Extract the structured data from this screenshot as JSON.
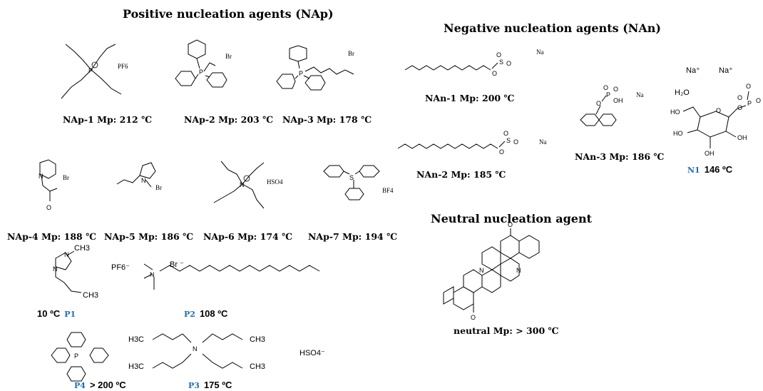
{
  "headings": {
    "positive": "Positive nucleation agents (NAp)",
    "negative": "Negative nucleation agents (NAn)",
    "neutral": "Neutral nucleation agent"
  },
  "compounds": {
    "nap1": "NAp-1 Mp: 212 ℃",
    "nap2": "NAp-2 Mp: 203 ℃",
    "nap3": "NAp-3 Mp: 178  ℃",
    "nap4": "NAp-4 Mp: 188 ℃",
    "nap5": "NAp-5 Mp: 186 ℃",
    "nap6": "NAp-6 Mp: 174 ℃",
    "nap7": "NAp-7 Mp: 194 ℃",
    "nan1": "NAn-1 Mp: 200 ℃",
    "nan2": "NAn-2 Mp: 185 ℃",
    "nan3": "NAn-3 Mp: 186 ℃",
    "neutral": "neutral Mp: > 300 ℃"
  },
  "extra": {
    "p1": {
      "code": "P1",
      "temp": "10 ºC"
    },
    "p2": {
      "code": "P2",
      "temp": "108 ºC"
    },
    "p3": {
      "code": "P3",
      "temp": "175 ºC"
    },
    "p4": {
      "code": "P4",
      "temp": "> 200 ºC"
    },
    "n1": {
      "code": "N1",
      "temp": "146 ºC"
    }
  },
  "counterions": {
    "pf6": "PF6",
    "br": "Br",
    "hso4": "HSO4",
    "bf4": "BF4",
    "na": "Na",
    "na_plus": "Na⁺",
    "h2o": "H₂O",
    "pf6_minus": "PF6⁻",
    "br_minus": "Br ⁻",
    "hso4_minus": "HSO4⁻",
    "ch3": "CH3",
    "h3c": "H3C"
  }
}
